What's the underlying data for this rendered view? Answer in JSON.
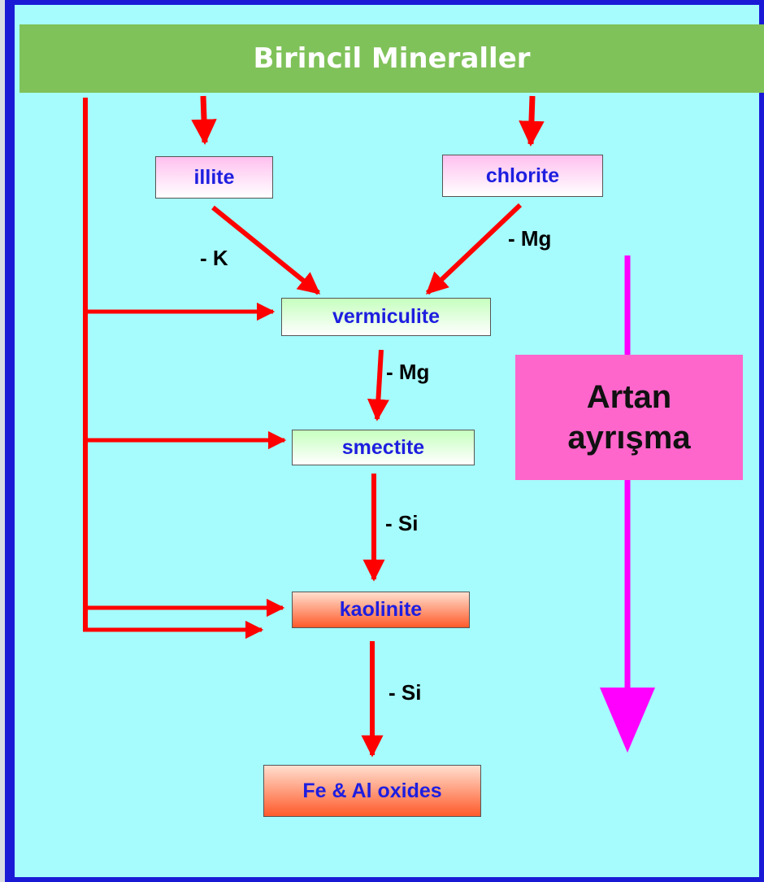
{
  "header": {
    "title": "Birincil Mineraller"
  },
  "minerals": {
    "illite": "illite",
    "chlorite": "chlorite",
    "vermiculite": "vermiculite",
    "smectite": "smectite",
    "kaolinite": "kaolinite",
    "oxides": "Fe & Al oxides"
  },
  "losses": {
    "illite_to_vermiculite": "- K",
    "chlorite_to_vermiculite": "- Mg",
    "vermiculite_to_smectite": "- Mg",
    "smectite_to_kaolinite": "- Si",
    "kaolinite_to_oxides": "- Si"
  },
  "trend": {
    "line1": "Artan",
    "line2": "ayrışma"
  },
  "colors": {
    "background": "#a6fbfc",
    "border": "#1a1ad6",
    "header": "#80c25a",
    "arrow": "#ff0000",
    "trend_arrow": "#ff00ff",
    "trend_box": "#ff66cc",
    "box_text": "#1e1ee0"
  }
}
